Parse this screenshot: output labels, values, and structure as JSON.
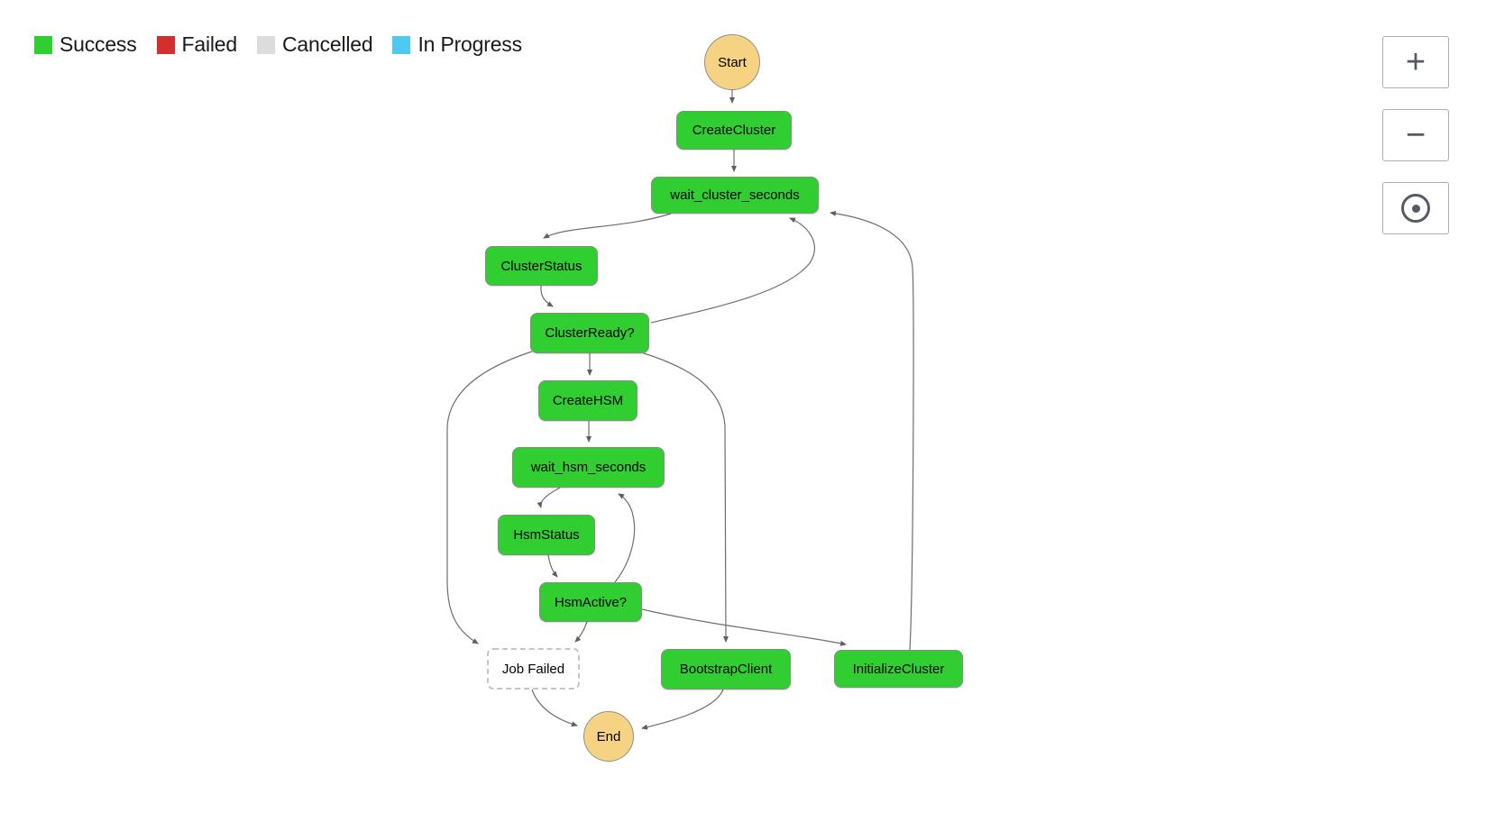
{
  "legend": {
    "items": [
      {
        "label": "Success",
        "color": "#31ce32"
      },
      {
        "label": "Failed",
        "color": "#d2302c"
      },
      {
        "label": "Cancelled",
        "color": "#dcdcdc"
      },
      {
        "label": "In Progress",
        "color": "#4ec9ef"
      }
    ]
  },
  "controls": {
    "buttons": [
      {
        "name": "zoom-in",
        "icon": "plus-icon",
        "glyph": "+"
      },
      {
        "name": "zoom-out",
        "icon": "minus-icon",
        "glyph": "−"
      },
      {
        "name": "zoom-to-fit",
        "icon": "circle-dot-icon"
      }
    ]
  },
  "diagram": {
    "nodes": {
      "start": {
        "label": "Start",
        "type": "terminal"
      },
      "create_cluster": {
        "label": "CreateCluster",
        "status": "success"
      },
      "wait_cluster_seconds": {
        "label": "wait_cluster_seconds",
        "status": "success"
      },
      "cluster_status": {
        "label": "ClusterStatus",
        "status": "success"
      },
      "cluster_ready": {
        "label": "ClusterReady?",
        "status": "success"
      },
      "create_hsm": {
        "label": "CreateHSM",
        "status": "success"
      },
      "wait_hsm_seconds": {
        "label": "wait_hsm_seconds",
        "status": "success"
      },
      "hsm_status": {
        "label": "HsmStatus",
        "status": "success"
      },
      "hsm_active": {
        "label": "HsmActive?",
        "status": "success"
      },
      "job_failed": {
        "label": "Job Failed",
        "status": "not-executed"
      },
      "bootstrap_client": {
        "label": "BootstrapClient",
        "status": "success"
      },
      "initialize_cluster": {
        "label": "InitializeCluster",
        "status": "success"
      },
      "end": {
        "label": "End",
        "type": "terminal"
      }
    },
    "edges": [
      {
        "from": "Start",
        "to": "CreateCluster"
      },
      {
        "from": "CreateCluster",
        "to": "wait_cluster_seconds"
      },
      {
        "from": "wait_cluster_seconds",
        "to": "ClusterStatus"
      },
      {
        "from": "ClusterStatus",
        "to": "ClusterReady?"
      },
      {
        "from": "ClusterReady?",
        "to": "wait_cluster_seconds"
      },
      {
        "from": "ClusterReady?",
        "to": "CreateHSM"
      },
      {
        "from": "ClusterReady?",
        "to": "Job Failed"
      },
      {
        "from": "ClusterReady?",
        "to": "BootstrapClient"
      },
      {
        "from": "CreateHSM",
        "to": "wait_hsm_seconds"
      },
      {
        "from": "wait_hsm_seconds",
        "to": "HsmStatus"
      },
      {
        "from": "HsmStatus",
        "to": "HsmActive?"
      },
      {
        "from": "HsmActive?",
        "to": "wait_hsm_seconds"
      },
      {
        "from": "HsmActive?",
        "to": "Job Failed"
      },
      {
        "from": "HsmActive?",
        "to": "InitializeCluster"
      },
      {
        "from": "InitializeCluster",
        "to": "wait_cluster_seconds"
      },
      {
        "from": "Job Failed",
        "to": "End"
      },
      {
        "from": "BootstrapClient",
        "to": "End"
      }
    ],
    "colors": {
      "success_fill": "#31ce32",
      "terminal_fill": "#f6d382",
      "not_executed_fill": "#ffffff",
      "edge_stroke": "#6e6e6e"
    }
  }
}
